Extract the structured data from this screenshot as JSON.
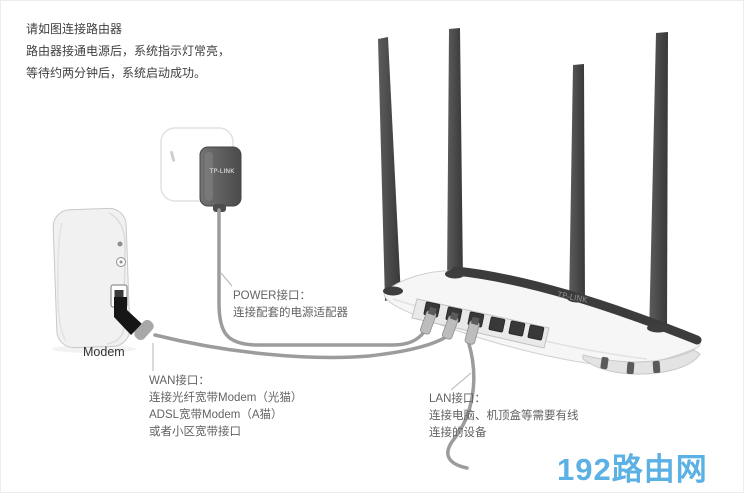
{
  "instructions": {
    "line1": "请如图连接路由器",
    "line2": "路由器接通电源后，系统指示灯常亮，",
    "line3": "等待约两分钟后，系统启动成功。"
  },
  "devices": {
    "modem_label": "Modem",
    "adapter_brand": "TP-LINK",
    "router_brand": "TP-LINK"
  },
  "callouts": {
    "power": {
      "title": "POWER接口：",
      "line1": "连接配套的电源适配器"
    },
    "wan": {
      "title": "WAN接口：",
      "line1": "连接光纤宽带Modem（光猫）",
      "line2": "ADSL宽带Modem（A猫）",
      "line3": "或者小区宽带接口"
    },
    "lan": {
      "title": "LAN接口：",
      "line1": "连接电脑、机顶盒等需要有线",
      "line2": "连接的设备"
    }
  },
  "watermark": {
    "text": "192路由网",
    "color": "#5bb0e4"
  }
}
